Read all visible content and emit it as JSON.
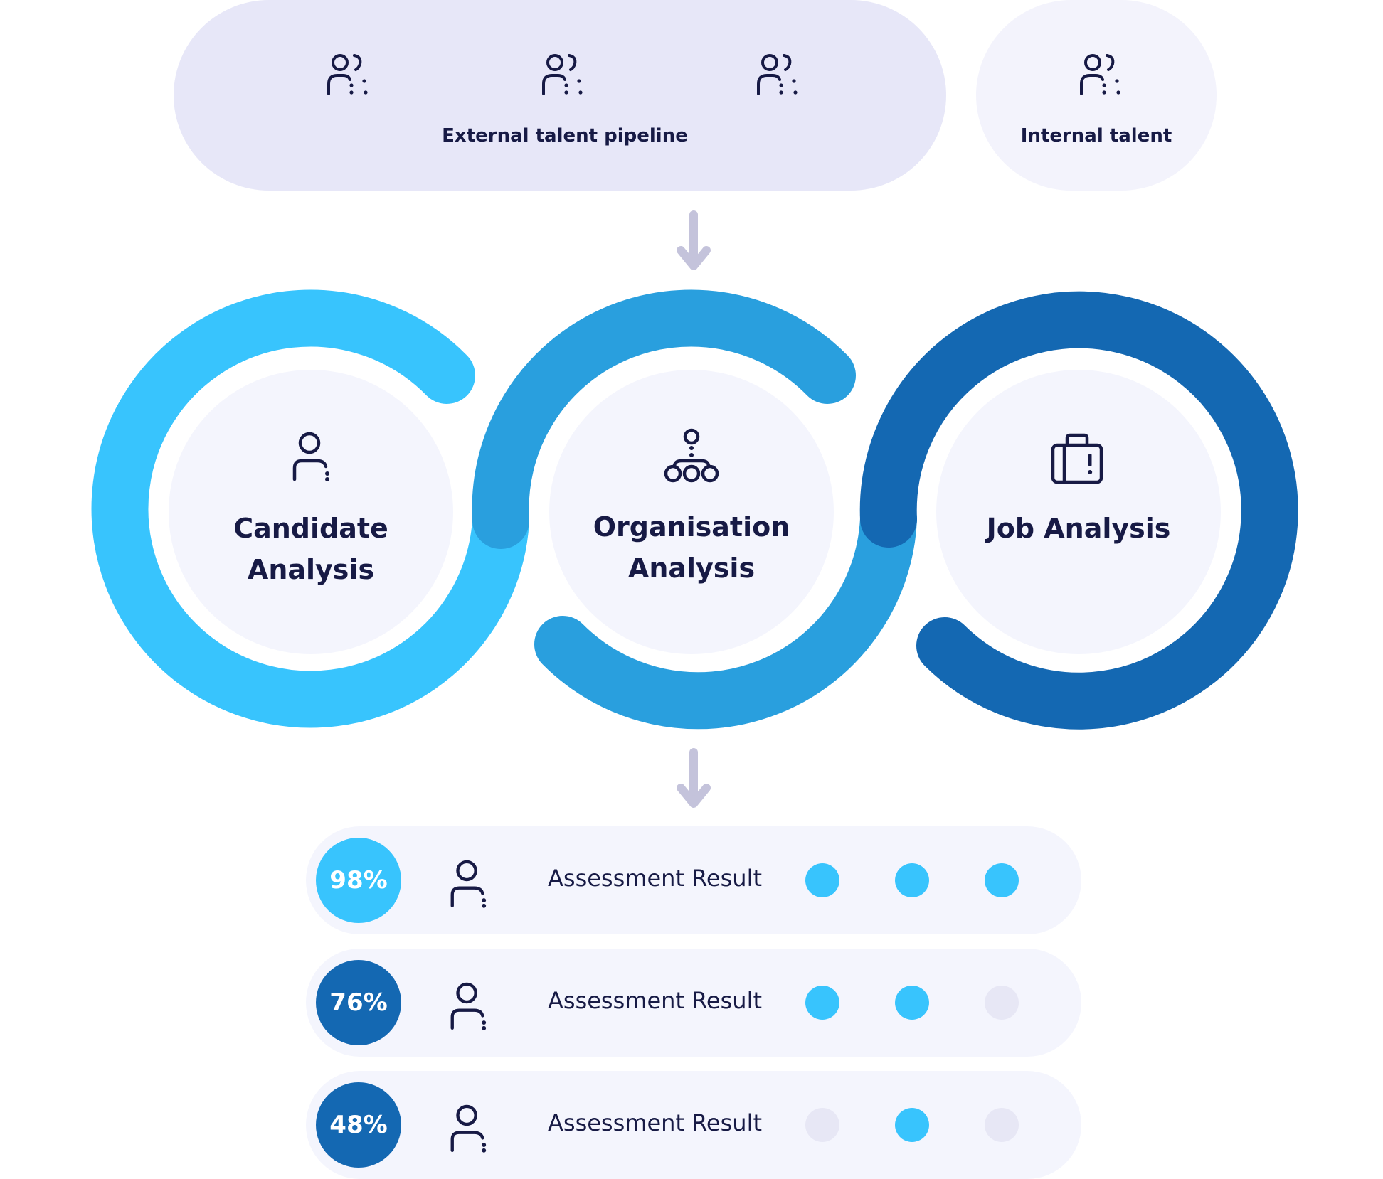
{
  "top": {
    "external": {
      "label": "External talent pipeline",
      "icon_count": 3,
      "icon": "people-icon"
    },
    "internal": {
      "label": "Internal talent",
      "icon": "people-icon"
    }
  },
  "circles": [
    {
      "title_line1": "Candidate",
      "title_line2": "Analysis",
      "icon": "person-icon",
      "color": "#38c4fd"
    },
    {
      "title_line1": "Organisation",
      "title_line2": "Analysis",
      "icon": "org-chart-icon",
      "color": "#299fde"
    },
    {
      "title_line1": "Job Analysis",
      "title_line2": "",
      "icon": "briefcase-icon",
      "color": "#1468b2"
    }
  ],
  "results": [
    {
      "percent": "98%",
      "label": "Assessment Result",
      "badge_color": "#38c4fd",
      "dots": [
        true,
        true,
        true
      ]
    },
    {
      "percent": "76%",
      "label": "Assessment Result",
      "badge_color": "#1468b2",
      "dots": [
        true,
        true,
        false
      ]
    },
    {
      "percent": "48%",
      "label": "Assessment Result",
      "badge_color": "#1468b2",
      "dots": [
        false,
        true,
        false
      ]
    }
  ],
  "colors": {
    "ink": "#171a45",
    "dot_on": "#38c4fd",
    "dot_off": "#e7e7f5",
    "arrow": "#c4c3db"
  }
}
